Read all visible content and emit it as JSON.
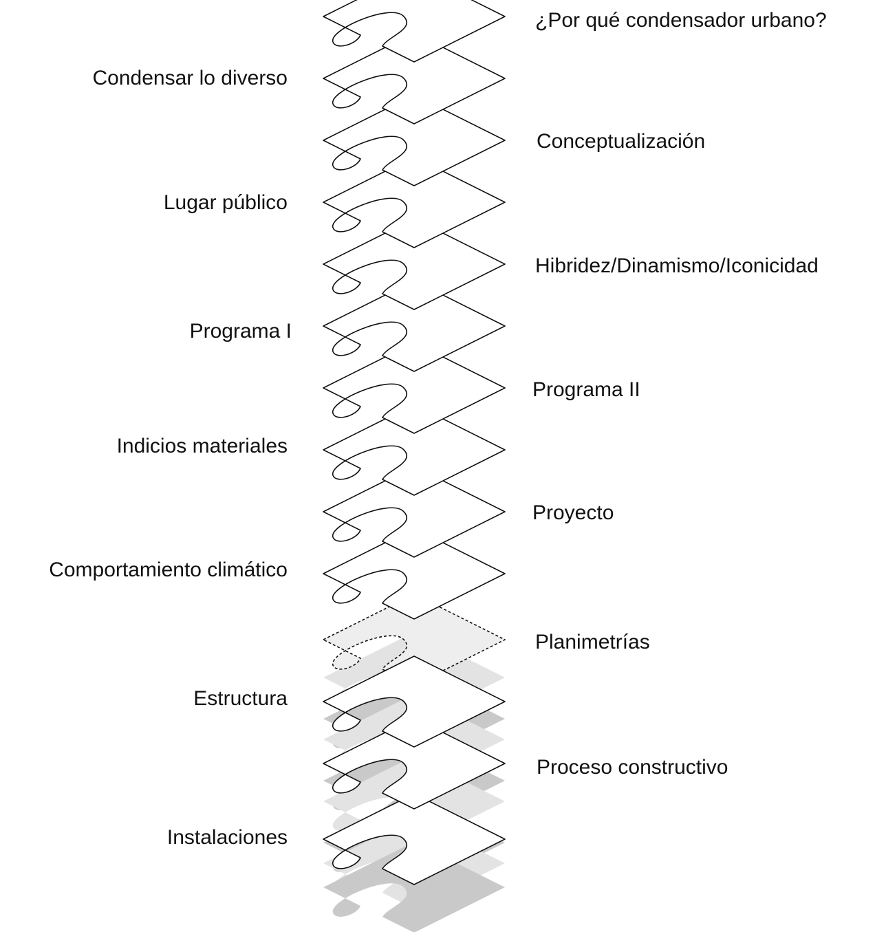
{
  "labels": {
    "l1": "¿Por qué condensador urbano?",
    "l2": "Condensar lo diverso",
    "l3": "Conceptualización",
    "l4": "Lugar público",
    "l5": "Hibridez/Dinamismo/Iconicidad",
    "l6": "Programa I",
    "l7": "Programa II",
    "l8": "Indicios materiales",
    "l9": "Proyecto",
    "l10": "Comportamiento climático",
    "l11": "Planimetrías",
    "l12": "Estructura",
    "l13": "Proceso constructivo",
    "l14": "Instalaciones"
  },
  "colors": {
    "outline": "#111111",
    "active_fill": "#ffffff",
    "ghost_fill": "#e3e3e3",
    "ghost_overlap": "#c9c9c9",
    "dashed_fill": "#eeeeee"
  }
}
